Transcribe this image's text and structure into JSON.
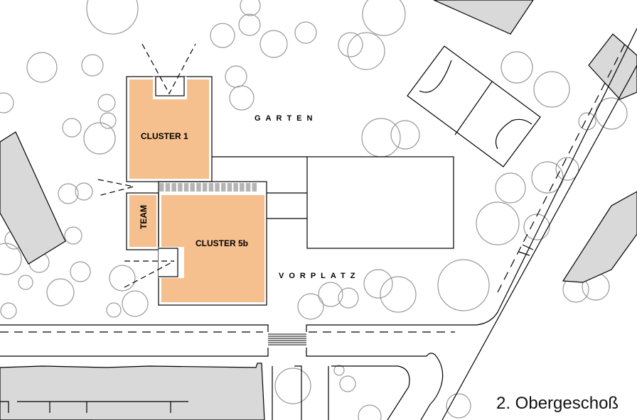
{
  "plan": {
    "rooms": {
      "cluster1": "CLUSTER 1",
      "cluster5b": "CLUSTER 5b",
      "team": "TEAM"
    },
    "areas": {
      "garden": "GARTEN",
      "forecourt": "VORPLATZ"
    },
    "floor_label": "2. Obergeschoß",
    "colors": {
      "room_fill": "#f5bf8e",
      "neighbor_building": "#d9d9d9",
      "tree_outline": "#999999"
    }
  }
}
